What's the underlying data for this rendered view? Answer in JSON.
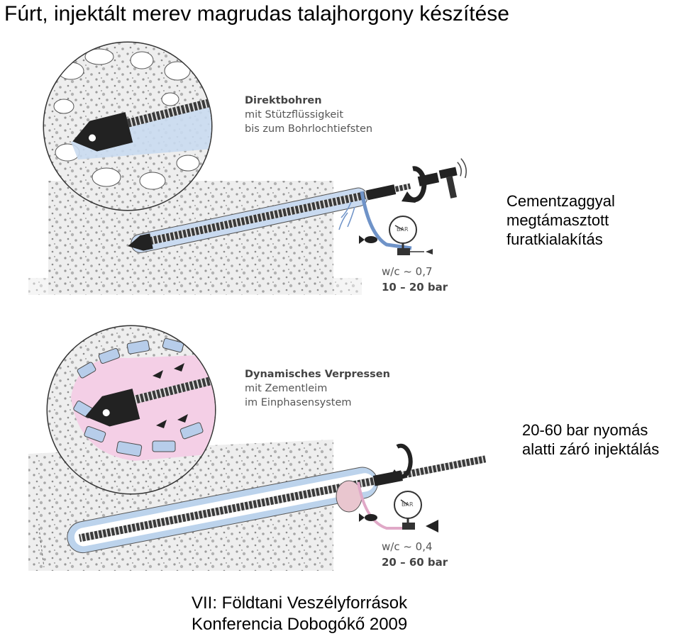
{
  "title": "Fúrt, injektált merev magrudas talajhorgony készítése",
  "note_top": [
    "Cementzaggyal",
    "megtámasztott",
    "furatkialakítás"
  ],
  "note_bottom": [
    "20-60 bar nyomás",
    "alatti záró injektálás"
  ],
  "footer": [
    "VII: Földtani Veszélyforrások",
    "Konferencia Dobogókő 2009"
  ],
  "panel_top": {
    "heading": "Direktbohren",
    "lines": [
      "mit Stützflüssigkeit",
      "bis zum Bohrlochtiefsten"
    ],
    "wc": "w/c ~ 0,7",
    "pressure": "10 – 20 bar",
    "gauge": "BAR"
  },
  "panel_bottom": {
    "heading": "Dynamisches Verpressen",
    "lines": [
      "mit Zementleim",
      "im Einphasensystem"
    ],
    "wc": "w/c ~ 0,4",
    "pressure": "20 – 60 bar",
    "gauge": "BAR"
  },
  "colors": {
    "fluid_top": "#c9daf0",
    "fluid_bottom": "#f4cfe6",
    "grout_tube": "#bcd3ec",
    "rock": "#e6e6e6"
  }
}
